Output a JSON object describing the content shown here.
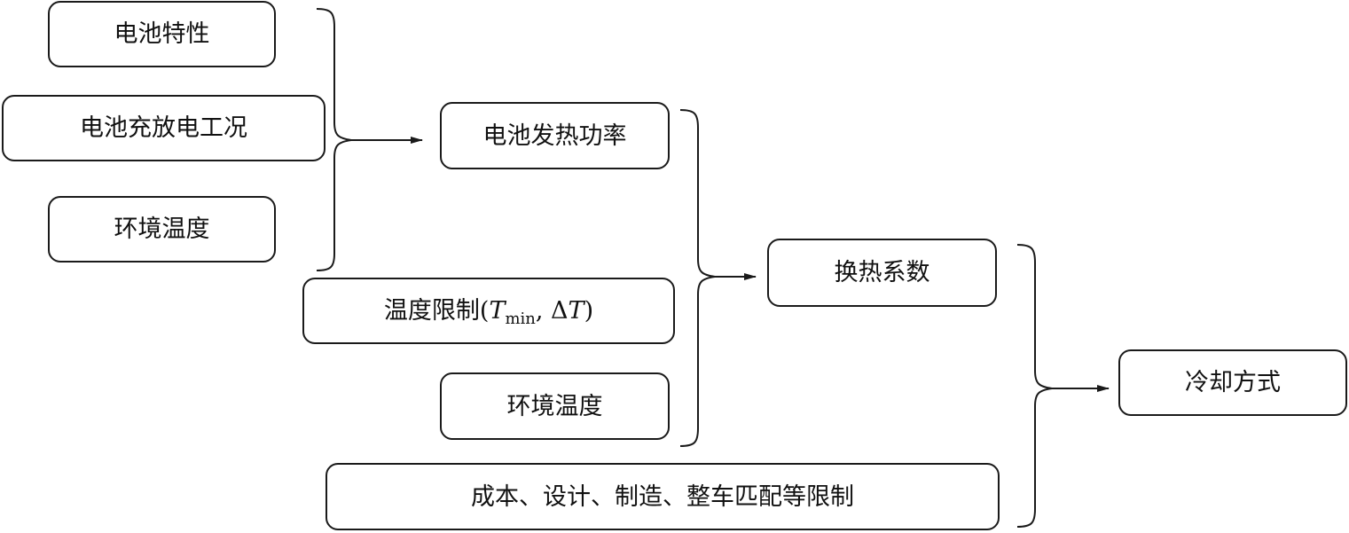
{
  "nodes": {
    "battery_characteristics": "电池特性",
    "charge_discharge_conditions": "电池充放电工况",
    "ambient_temperature_1": "环境温度",
    "battery_heat_power": "电池发热功率",
    "temperature_limit_label": "温度限制",
    "temperature_limit_open": "(",
    "temperature_limit_t": "T",
    "temperature_limit_sub": "min",
    "temperature_limit_sep": ", Δ",
    "temperature_limit_t2": "T",
    "temperature_limit_close": ")",
    "ambient_temperature_2": "环境温度",
    "heat_transfer_coefficient": "换热系数",
    "cost_constraints": "成本、设计、制造、整车匹配等限制",
    "cooling_method": "冷却方式"
  },
  "colors": {
    "stroke": "#1a1a1a",
    "background": "#ffffff",
    "text": "#111111"
  }
}
